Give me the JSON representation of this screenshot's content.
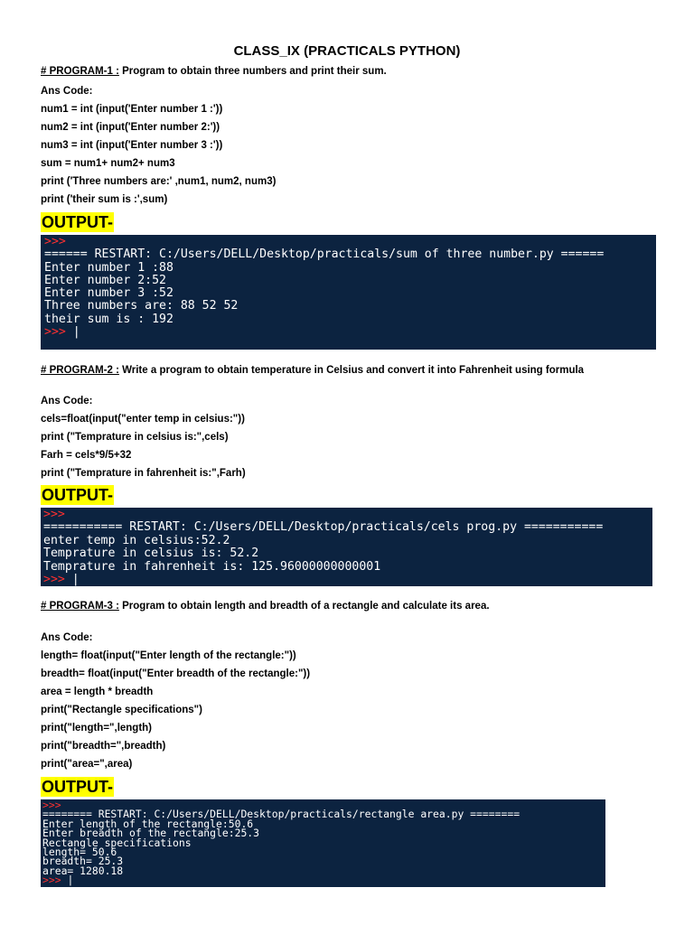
{
  "title": "CLASS_IX (PRACTICALS PYTHON)",
  "programs": [
    {
      "label": "# PROGRAM-1 :",
      "desc": "Program to obtain three numbers and print their sum.",
      "ans": "Ans Code:",
      "code": [
        "num1 = int (input('Enter number 1 :'))",
        "num2 = int (input('Enter number 2:'))",
        "num3 = int (input('Enter number 3 :'))",
        "sum = num1+ num2+ num3",
        "print ('Three numbers are:' ,num1, num2, num3)",
        "print ('their sum is :',sum)"
      ],
      "output_label": "OUTPUT-",
      "terminal": {
        "prompt": ">>>",
        "lines": [
          "====== RESTART: C:/Users/DELL/Desktop/practicals/sum of three number.py ======",
          "Enter number 1 :88",
          "Enter number 2:52",
          "Enter number 3 :52",
          "Three numbers are: 88 52 52",
          "their sum is : 192"
        ],
        "end_prompt": ">>>",
        "cursor": "|"
      }
    },
    {
      "label": "# PROGRAM-2 :",
      "desc": "Write a program to obtain temperature in Celsius and convert it into Fahrenheit using formula",
      "ans": "Ans Code:",
      "code": [
        "cels=float(input(\"enter temp in celsius:\"))",
        "print (\"Temprature in celsius is:\",cels)",
        "Farh = cels*9/5+32",
        "print (\"Temprature in fahrenheit is:\",Farh)"
      ],
      "output_label": "OUTPUT-",
      "terminal": {
        "prompt": ">>>",
        "lines": [
          "=========== RESTART: C:/Users/DELL/Desktop/practicals/cels prog.py ===========",
          "enter temp in celsius:52.2",
          "Temprature in celsius is: 52.2",
          "Temprature in fahrenheit is: 125.96000000000001"
        ],
        "end_prompt": ">>>",
        "cursor": "|"
      }
    },
    {
      "label": "# PROGRAM-3 :",
      "desc": "Program to obtain length and breadth of a rectangle and calculate its area.",
      "ans": "Ans Code:",
      "code": [
        "length= float(input(\"Enter length of the rectangle:\"))",
        "breadth= float(input(\"Enter breadth of the rectangle:\"))",
        "area = length * breadth",
        "print(\"Rectangle specifications\")",
        "print(\"length=\",length)",
        "print(\"breadth=\",breadth)",
        "print(\"area=\",area)"
      ],
      "output_label": "OUTPUT-",
      "terminal": {
        "prompt": ">>>",
        "lines": [
          "======== RESTART: C:/Users/DELL/Desktop/practicals/rectangle area.py ========",
          "Enter length of the rectangle:50.6",
          "Enter breadth of the rectangle:25.3",
          "Rectangle specifications",
          "length= 50.6",
          "breadth= 25.3",
          "area= 1280.18"
        ],
        "end_prompt": ">>>",
        "cursor": "|"
      }
    }
  ]
}
